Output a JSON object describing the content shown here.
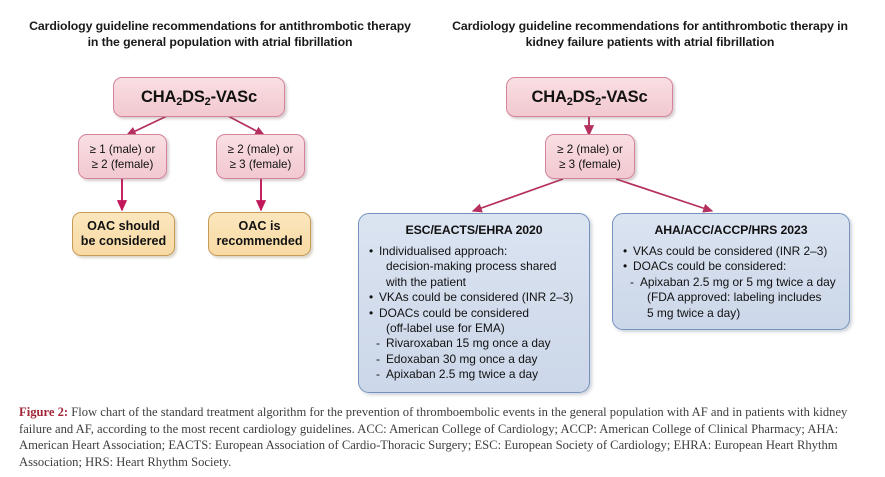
{
  "figure": {
    "left_panel": {
      "title": "Cardiology guideline recommendations for antithrombotic therapy in the general population with atrial fibrillation",
      "root_node": {
        "label_pre": "CHA",
        "label_sub1": "2",
        "label_mid": "DS",
        "label_sub2": "2",
        "label_post": "-VASc"
      },
      "criteria": [
        "≥ 1 (male) or\n≥ 2 (female)",
        "≥ 2 (male) or\n≥ 3 (female)"
      ],
      "outcomes": [
        "OAC should\nbe considered",
        "OAC is\nrecommended"
      ]
    },
    "right_panel": {
      "title": "Cardiology guideline recommendations for antithrombotic therapy in kidney failure patients with atrial fibrillation",
      "root_node": {
        "label_pre": "CHA",
        "label_sub1": "2",
        "label_mid": "DS",
        "label_sub2": "2",
        "label_post": "-VASc"
      },
      "criteria": [
        "≥ 2 (male) or\n≥ 3 (female)"
      ],
      "guidelines": [
        {
          "heading": "ESC/EACTS/EHRA 2020",
          "items": [
            {
              "type": "bullet",
              "text": "Individualised approach:"
            },
            {
              "type": "cont",
              "text": "decision-making process shared"
            },
            {
              "type": "cont",
              "text": "with the patient"
            },
            {
              "type": "bullet",
              "text": "VKAs could be considered (INR 2–3)"
            },
            {
              "type": "bullet",
              "text": "DOACs could be considered"
            },
            {
              "type": "cont",
              "text": "(off-label use for EMA)"
            },
            {
              "type": "dash",
              "text": "Rivaroxaban 15 mg once a day"
            },
            {
              "type": "dash",
              "text": "Edoxaban 30 mg once a day"
            },
            {
              "type": "dash",
              "text": "Apixaban 2.5 mg twice a day"
            }
          ]
        },
        {
          "heading": "AHA/ACC/ACCP/HRS 2023",
          "items": [
            {
              "type": "bullet",
              "text": "VKAs could be considered (INR 2–3)"
            },
            {
              "type": "bullet",
              "text": "DOACs could be considered:"
            },
            {
              "type": "dash",
              "text": "Apixaban 2.5 mg or 5 mg twice a day"
            },
            {
              "type": "cont",
              "text": "(FDA approved: labeling includes"
            },
            {
              "type": "cont",
              "text": "5 mg twice a day)"
            }
          ]
        }
      ]
    },
    "caption": {
      "label": "Figure 2:",
      "text": " Flow chart of the standard treatment algorithm for the prevention of thromboembolic events in the general population with AF and in patients with kidney failure and AF, according to the most recent cardiology guidelines. ACC: American College of Cardiology; ACCP: American College of Clinical Pharmacy; AHA: American Heart Association; EACTS: European Association of Cardio-Thoracic Surgery; ESC: European Society of Cardiology; EHRA: European Heart Rhythm Association; HRS: Heart Rhythm Society."
    },
    "colors": {
      "pink_fill": "#f5d2d8",
      "pink_border": "#d4849b",
      "cream_fill": "#fadfae",
      "cream_border": "#c79b57",
      "blue_fill": "#d2dcec",
      "blue_border": "#7593bd",
      "arrow": "#c2185b",
      "arrow_dark": "#a8355f",
      "caption_label": "#a32638"
    }
  }
}
